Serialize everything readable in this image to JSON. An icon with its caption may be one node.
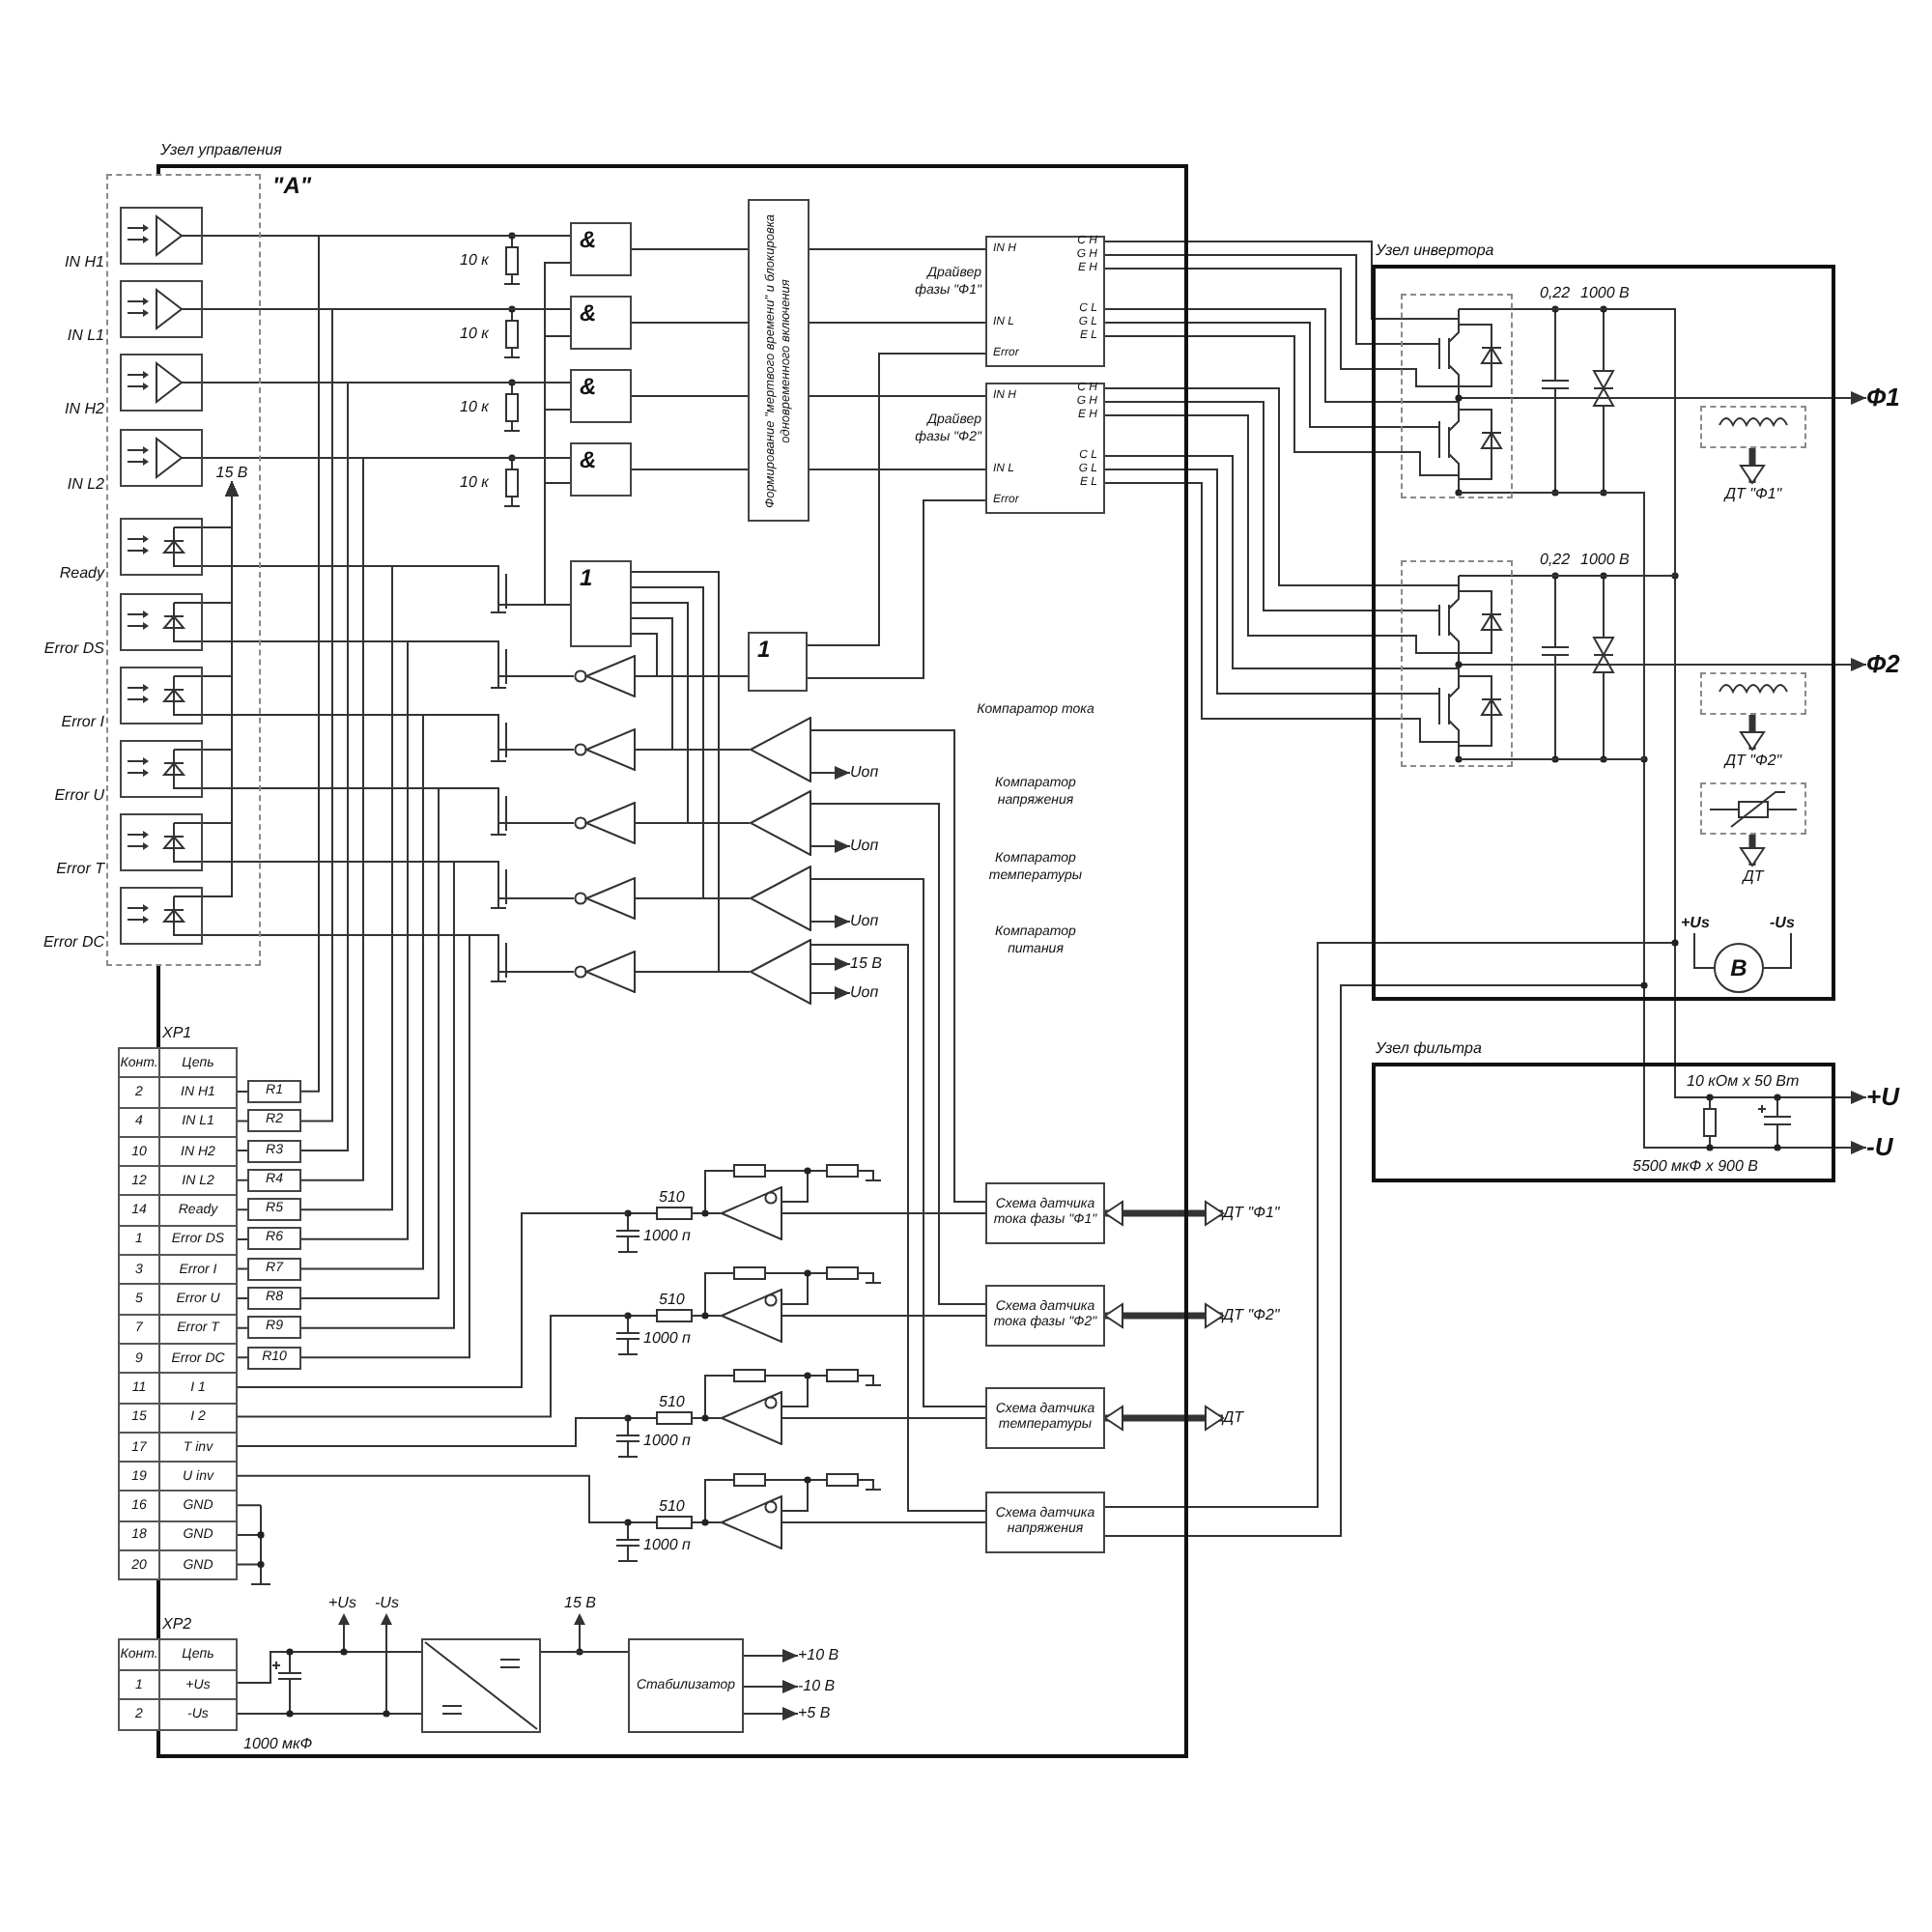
{
  "diagram": {
    "nodes": [
      {
        "text": [
          "Узел управления"
        ]
      },
      {
        "text": [],
        "shape": "box",
        "beside": [
          "\"А\""
        ]
      },
      {
        "text": [],
        "shape": "box",
        "beside": [
          "IN H1"
        ],
        "in": 1
      },
      {
        "text": [],
        "shape": "box",
        "beside": [
          "IN L1"
        ],
        "in": 1
      },
      {
        "text": [],
        "shape": "box",
        "beside": [
          "IN H2"
        ],
        "in": 1
      },
      {
        "text": [],
        "shape": "box",
        "beside": [
          "IN L2"
        ],
        "in": 1
      },
      {
        "text": [],
        "shape": "box",
        "beside": [
          "Ready"
        ],
        "in": 1
      },
      {
        "text": [],
        "shape": "box",
        "beside": [
          "Error DS"
        ],
        "in": 1
      },
      {
        "text": [],
        "shape": "box",
        "beside": [
          "Error I"
        ],
        "in": 1
      },
      {
        "text": [],
        "shape": "box",
        "beside": [
          "Error U"
        ],
        "in": 1
      },
      {
        "text": [],
        "shape": "box",
        "beside": [
          "Error T"
        ],
        "in": 1
      },
      {
        "text": [],
        "shape": "box",
        "beside": [
          "Error DC"
        ],
        "in": 1
      },
      {
        "text": [
          "&"
        ],
        "in": 0
      },
      {
        "text": [
          "&"
        ],
        "in": 0
      },
      {
        "text": [
          "&"
        ],
        "in": 0
      },
      {
        "text": [
          "&"
        ],
        "in": 0
      },
      {
        "text": [
          "1"
        ],
        "in": 0
      },
      {
        "text": [],
        "shape": "triangle",
        "in": 0
      },
      {
        "text": [],
        "shape": "triangle",
        "in": 0
      },
      {
        "text": [],
        "shape": "triangle",
        "in": 0
      },
      {
        "text": [],
        "shape": "triangle",
        "in": 0
      },
      {
        "text": [],
        "shape": "triangle",
        "in": 0
      },
      {
        "text": [
          "1"
        ],
        "in": 0
      },
      {
        "text": [
          "Формирование \"мертвого времени\" и блокировка одновременного включения"
        ],
        "in": 0
      },
      {
        "text": [
          "Драйвер фазы \"Ф1\"",
          "IN H",
          "IN L",
          "Error",
          "C H",
          "G H",
          "E H",
          "C L",
          "G L",
          "E L"
        ],
        "in": 0
      },
      {
        "text": [
          "Драйвер фазы \"Ф2\"",
          "IN H",
          "IN L",
          "Error",
          "C H",
          "G H",
          "E H",
          "C L",
          "G L",
          "E L"
        ],
        "in": 0
      },
      {
        "text": [],
        "shape": "triangle",
        "in": 0
      },
      {
        "text": [],
        "shape": "triangle",
        "in": 0
      },
      {
        "text": [],
        "shape": "triangle",
        "in": 0
      },
      {
        "text": [],
        "shape": "triangle",
        "in": 0
      },
      {
        "text": [
          "Uоп"
        ],
        "in": 0
      },
      {
        "text": [
          "Uоп"
        ],
        "in": 0
      },
      {
        "text": [
          "Uоп"
        ],
        "in": 0
      },
      {
        "text": [
          "15 В"
        ],
        "in": 0
      },
      {
        "text": [
          "Uоп"
        ],
        "in": 0
      },
      {
        "text": [
          "Схема датчика тока фазы \"Ф1\""
        ],
        "in": 0
      },
      {
        "text": [
          "Схема датчика тока фазы \"Ф2\""
        ],
        "in": 0
      },
      {
        "text": [
          "Схема датчика температуры"
        ],
        "in": 0
      },
      {
        "text": [
          "Схема датчика напряжения"
        ],
        "in": 0
      },
      {
        "text": [
          "ДТ \"Ф1\""
        ]
      },
      {
        "text": [
          "ДТ \"Ф2\""
        ]
      },
      {
        "text": [
          "ДТ"
        ]
      },
      {
        "text": [
          "R1"
        ],
        "in": 0
      },
      {
        "text": [
          "R2"
        ],
        "in": 0
      },
      {
        "text": [
          "R3"
        ],
        "in": 0
      },
      {
        "text": [
          "R4"
        ],
        "in": 0
      },
      {
        "text": [
          "R5"
        ],
        "in": 0
      },
      {
        "text": [
          "R6"
        ],
        "in": 0
      },
      {
        "text": [
          "R7"
        ],
        "in": 0
      },
      {
        "text": [
          "R8"
        ],
        "in": 0
      },
      {
        "text": [
          "R9"
        ],
        "in": 0
      },
      {
        "text": [
          "R10"
        ],
        "in": 0
      },
      {
        "text": [],
        "shape": "triangle",
        "in": 0
      },
      {
        "text": [],
        "shape": "triangle",
        "in": 0
      },
      {
        "text": [],
        "shape": "triangle",
        "in": 0
      },
      {
        "text": [],
        "shape": "triangle",
        "in": 0
      },
      {
        "text": [
          "Стабилизатор"
        ],
        "in": 0
      },
      {
        "text": [
          "+10 В"
        ],
        "in": 0
      },
      {
        "text": [
          "-10 В"
        ],
        "in": 0
      },
      {
        "text": [
          "+5 В"
        ],
        "in": 0
      },
      {
        "text": [],
        "shape": "box",
        "in": 0
      },
      {
        "text": [
          "Узел инвертора"
        ]
      },
      {
        "text": [],
        "shape": "box",
        "in": 61
      },
      {
        "text": [],
        "shape": "box",
        "in": 61
      },
      {
        "text": [],
        "shape": "box",
        "in": 61
      },
      {
        "text": [],
        "shape": "box",
        "in": 61
      },
      {
        "text": [],
        "shape": "box",
        "in": 61
      },
      {
        "text": [
          "В"
        ],
        "beside": [
          "+Us",
          "-Us"
        ],
        "in": 61
      },
      {
        "text": [
          "Ф1"
        ]
      },
      {
        "text": [
          "Ф2"
        ]
      },
      {
        "text": [
          "Узел фильтра"
        ]
      },
      {
        "text": [
          "+U"
        ]
      },
      {
        "text": [
          "-U"
        ]
      },
      {
        "text": [
          "ДТ \"Ф1\""
        ],
        "in": 61
      },
      {
        "text": [
          "ДТ \"Ф2\""
        ],
        "in": 61
      },
      {
        "text": [
          "ДТ"
        ],
        "in": 61
      },
      {
        "text": [
          "15 В"
        ]
      }
    ],
    "edges": [
      {
        "from": 2,
        "to": 12,
        "arrow": "none"
      },
      {
        "from": 3,
        "to": 13,
        "arrow": "none"
      },
      {
        "from": 4,
        "to": 14,
        "arrow": "none"
      },
      {
        "from": 5,
        "to": 15,
        "arrow": "none"
      },
      {
        "from": 12,
        "to": 23,
        "arrow": "none"
      },
      {
        "from": 13,
        "to": 23,
        "arrow": "none"
      },
      {
        "from": 14,
        "to": 23,
        "arrow": "none"
      },
      {
        "from": 15,
        "to": 23,
        "arrow": "none"
      },
      {
        "from": 23,
        "to": 24,
        "arrow": "none"
      },
      {
        "from": 23,
        "to": 24,
        "arrow": "none"
      },
      {
        "from": 23,
        "to": 25,
        "arrow": "none"
      },
      {
        "from": 23,
        "to": 25,
        "arrow": "none"
      },
      {
        "from": 22,
        "to": 24,
        "arrow": "none"
      },
      {
        "from": 22,
        "to": 25,
        "arrow": "none"
      },
      {
        "from": 17,
        "to": 22,
        "arrow": "none"
      },
      {
        "from": 26,
        "to": 18,
        "arrow": "none"
      },
      {
        "from": 27,
        "to": 19,
        "arrow": "none"
      },
      {
        "from": 28,
        "to": 20,
        "arrow": "none"
      },
      {
        "from": 29,
        "to": 21,
        "arrow": "none"
      },
      {
        "from": 26,
        "to": 30,
        "arrow": "to"
      },
      {
        "from": 27,
        "to": 31,
        "arrow": "to"
      },
      {
        "from": 28,
        "to": 32,
        "arrow": "to"
      },
      {
        "from": 29,
        "to": 33,
        "arrow": "to"
      },
      {
        "from": 29,
        "to": 34,
        "arrow": "to"
      },
      {
        "from": 52,
        "to": 35,
        "arrow": "none"
      },
      {
        "from": 53,
        "to": 36,
        "arrow": "none"
      },
      {
        "from": 54,
        "to": 37,
        "arrow": "none"
      },
      {
        "from": 55,
        "to": 38,
        "arrow": "none"
      },
      {
        "from": 35,
        "to": 39,
        "arrow": "both",
        "style": "thick"
      },
      {
        "from": 36,
        "to": 40,
        "arrow": "both",
        "style": "thick"
      },
      {
        "from": 37,
        "to": 41,
        "arrow": "both",
        "style": "thick"
      },
      {
        "from": 56,
        "to": 57,
        "arrow": "to"
      },
      {
        "from": 56,
        "to": 58,
        "arrow": "to"
      },
      {
        "from": 56,
        "to": 59,
        "arrow": "to"
      },
      {
        "from": 62,
        "to": 68,
        "arrow": "to"
      },
      {
        "from": 63,
        "to": 69,
        "arrow": "to"
      },
      {
        "from": 70,
        "to": 71,
        "arrow": "to"
      },
      {
        "from": 70,
        "to": 72,
        "arrow": "to"
      },
      {
        "from": 24,
        "to": 62,
        "arrow": "none"
      },
      {
        "from": 25,
        "to": 63,
        "arrow": "none"
      },
      {
        "from": 38,
        "to": 61,
        "arrow": "none"
      },
      {
        "from": 61,
        "to": 70,
        "arrow": "none"
      },
      {
        "from": 42,
        "to": 2,
        "arrow": "none"
      },
      {
        "from": 43,
        "to": 3,
        "arrow": "none"
      },
      {
        "from": 44,
        "to": 4,
        "arrow": "none"
      },
      {
        "from": 45,
        "to": 5,
        "arrow": "none"
      },
      {
        "from": 46,
        "to": 6,
        "arrow": "none"
      },
      {
        "from": 47,
        "to": 7,
        "arrow": "none"
      },
      {
        "from": 48,
        "to": 8,
        "arrow": "none"
      },
      {
        "from": 49,
        "to": 9,
        "arrow": "none"
      },
      {
        "from": 50,
        "to": 10,
        "arrow": "none"
      },
      {
        "from": 51,
        "to": 11,
        "arrow": "none"
      },
      {
        "from": 16,
        "to": 12,
        "arrow": "none"
      },
      {
        "from": 16,
        "to": 13,
        "arrow": "none"
      },
      {
        "from": 16,
        "to": 14,
        "arrow": "none"
      },
      {
        "from": 16,
        "to": 15,
        "arrow": "none"
      },
      {
        "from": 16,
        "to": 17,
        "arrow": "none"
      },
      {
        "from": 16,
        "to": 18,
        "arrow": "none"
      },
      {
        "from": 16,
        "to": 19,
        "arrow": "none"
      },
      {
        "from": 16,
        "to": 20,
        "arrow": "none"
      },
      {
        "from": 16,
        "to": 21,
        "arrow": "none"
      },
      {
        "from": 26,
        "to": 35,
        "arrow": "none"
      },
      {
        "from": 27,
        "to": 36,
        "arrow": "none"
      },
      {
        "from": 28,
        "to": 37,
        "arrow": "none"
      },
      {
        "from": 29,
        "to": 38,
        "arrow": "none"
      },
      {
        "from": 60,
        "to": 56,
        "arrow": "none"
      },
      {
        "from": 38,
        "to": 61,
        "arrow": "none"
      },
      {
        "from": 61,
        "to": 70,
        "arrow": "none"
      },
      {
        "from": 62,
        "to": 63,
        "arrow": "none"
      },
      {
        "from": 62,
        "to": 63,
        "arrow": "none"
      },
      {
        "from": 6,
        "to": 76,
        "arrow": "to"
      },
      {
        "from": 7,
        "to": 76,
        "arrow": "to"
      },
      {
        "from": 8,
        "to": 76,
        "arrow": "to"
      },
      {
        "from": 9,
        "to": 76,
        "arrow": "to"
      },
      {
        "from": 10,
        "to": 76,
        "arrow": "to"
      },
      {
        "from": 11,
        "to": 76,
        "arrow": "to"
      },
      {
        "from": 6,
        "to": 16,
        "arrow": "none"
      },
      {
        "from": 7,
        "to": 17,
        "arrow": "none"
      },
      {
        "from": 8,
        "to": 18,
        "arrow": "none"
      },
      {
        "from": 9,
        "to": 19,
        "arrow": "none"
      },
      {
        "from": 10,
        "to": 20,
        "arrow": "none"
      },
      {
        "from": 11,
        "to": 21,
        "arrow": "none"
      },
      {
        "from": 64,
        "to": 73,
        "arrow": "to",
        "style": "thick"
      },
      {
        "from": 65,
        "to": 74,
        "arrow": "to",
        "style": "thick"
      },
      {
        "from": 66,
        "to": 75,
        "arrow": "to",
        "style": "thick"
      }
    ],
    "labels": [
      "10 к",
      "10 к",
      "10 к",
      "10 к",
      "XP1",
      "Конт.",
      "Цепь",
      "2",
      "IN H1",
      "4",
      "IN L1",
      "10",
      "IN H2",
      "12",
      "IN L2",
      "14",
      "Ready",
      "1",
      "Error DS",
      "3",
      "Error I",
      "5",
      "Error U",
      "7",
      "Error T",
      "9",
      "Error DC",
      "11",
      "I 1",
      "15",
      "I 2",
      "17",
      "T inv",
      "19",
      "U inv",
      "16",
      "GND",
      "18",
      "GND",
      "20",
      "GND",
      "510",
      "1000 п",
      "510",
      "1000 п",
      "510",
      "1000 п",
      "510",
      "1000 п",
      "XP2",
      "Конт.",
      "Цепь",
      "1",
      "+Us",
      "2",
      "-Us",
      "+Us",
      "-Us",
      "15 В",
      "1000 мкФ",
      "0,22",
      "1000 В",
      "0,22",
      "1000 В",
      "10 кОм х 50 Вт",
      "5500 мкФ х 900 В",
      "Компаратор тока",
      "Компаратор напряжения",
      "Компаратор температуры",
      "Компаратор питания"
    ]
  }
}
